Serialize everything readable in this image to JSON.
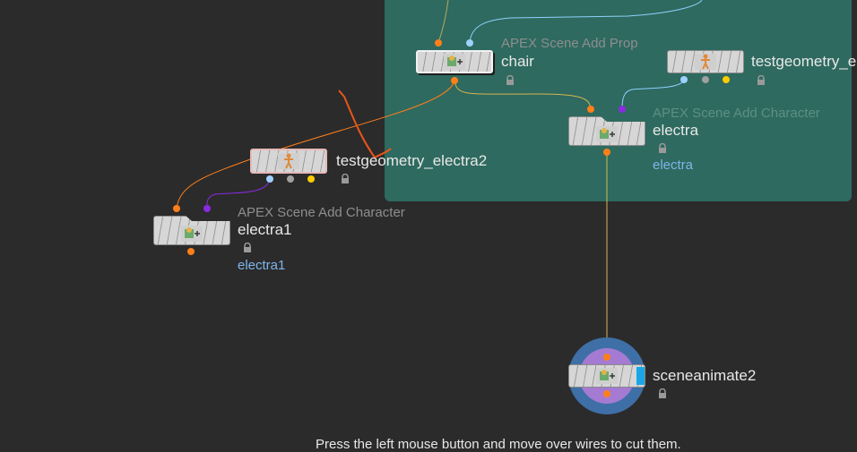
{
  "network_box": {
    "color": "#2e6a5f"
  },
  "nodes": {
    "chair": {
      "type": "APEX Scene Add Prop",
      "name": "chair"
    },
    "testgeometry_top": {
      "name": "testgeometry_e"
    },
    "electra": {
      "type": "APEX Scene Add Character",
      "name": "electra",
      "extra": "electra"
    },
    "testgeometry_electra2": {
      "name": "testgeometry_electra2"
    },
    "electra1": {
      "type": "APEX Scene Add Character",
      "name": "electra1",
      "extra": "electra1"
    },
    "sceneanimate2": {
      "name": "sceneanimate2"
    }
  },
  "icons": {
    "apex_node": "apex-scene-icon",
    "testgeometry_node": "character-figure-icon",
    "lock": "lock-icon"
  },
  "colors": {
    "wire_orange": "#ff7f1a",
    "wire_blue": "#8fd0ff",
    "wire_purple": "#8a2be2",
    "cut_stroke": "#e8561a",
    "selected_border": "#f2f2f2",
    "highlight_border": "#e7b9b9",
    "ring_outer": "#3f6fa7",
    "ring_inner": "#a57ad2",
    "bypass": "#1aa6e6"
  },
  "status": {
    "hint": "Press the left mouse button and move over wires to cut them."
  }
}
